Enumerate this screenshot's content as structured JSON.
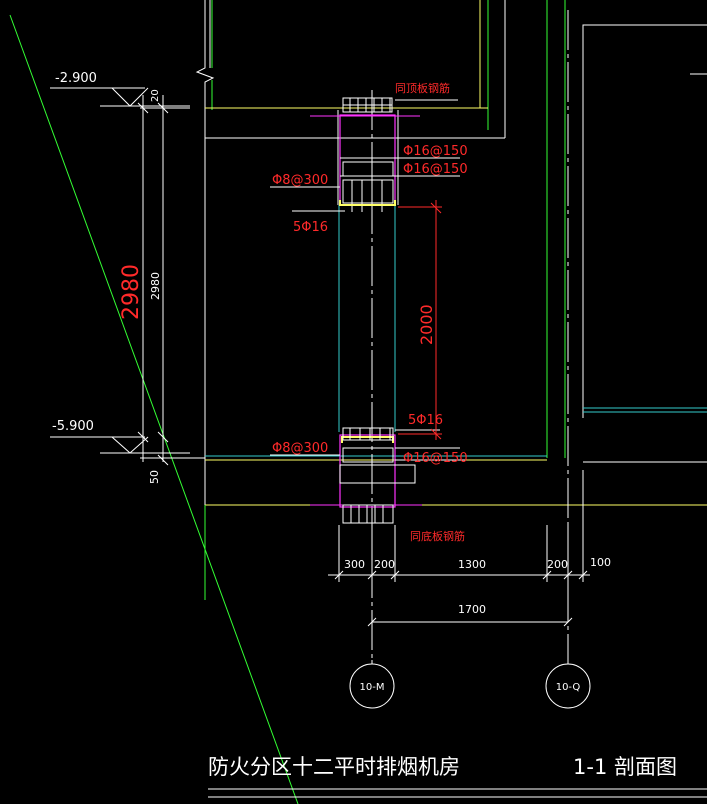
{
  "levels": {
    "top": "-2.900",
    "bottom": "-5.900"
  },
  "dimensions": {
    "top_offset": "20",
    "height_big": "2980",
    "height_small": "2980",
    "bottom_offset": "50",
    "wall_height": "2000",
    "b300": "300",
    "b200a": "200",
    "b1300": "1300",
    "b200b": "200",
    "b100": "100",
    "total": "1700"
  },
  "rebar": {
    "top_note": "同顶板钢筋",
    "top_bar_1": "Φ16@150",
    "top_bar_2": "Φ16@150",
    "top_stirrup": "Φ8@300",
    "top_long": "5Φ16",
    "bottom_long": "5Φ16",
    "bottom_stirrup": "Φ8@300",
    "bottom_bar": "Φ16@150",
    "bottom_note": "同底板钢筋"
  },
  "axes": {
    "left": "10-M",
    "right": "10-Q"
  },
  "titles": {
    "room": "防火分区十二平时排烟机房",
    "section": "1-1  剖面图"
  },
  "colors": {
    "background": "#000000",
    "outline": "#ffffff",
    "slab": "#ffff66",
    "green": "#33ff33",
    "cyan": "#33cccc",
    "magenta": "#ff33ff",
    "red": "#ff2a2a"
  }
}
